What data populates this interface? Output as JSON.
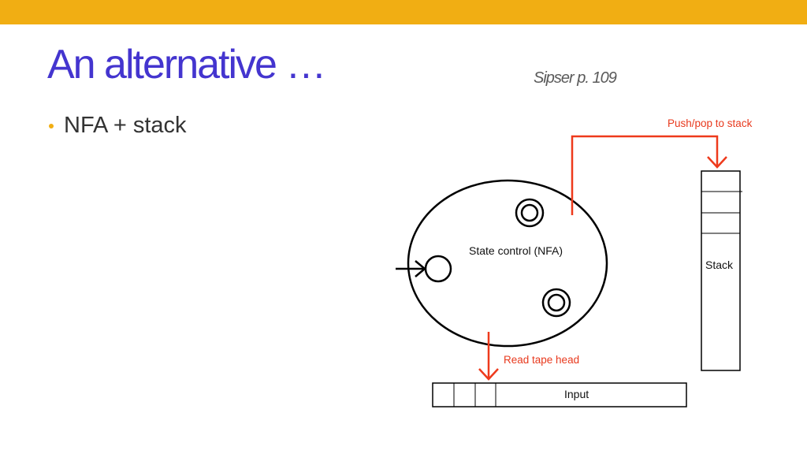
{
  "slide": {
    "title": "An alternative …",
    "citation": "Sipser p. 109",
    "bullets": [
      "NFA + stack"
    ]
  },
  "diagram": {
    "state_control_label": "State control (NFA)",
    "stack_label": "Stack",
    "input_label": "Input",
    "push_pop_label": "Push/pop to stack",
    "read_head_label": "Read tape head"
  },
  "colors": {
    "accent_bar": "#f1ae13",
    "title": "#4435cf",
    "arrow_red": "#ee3a1c",
    "label_red": "#e8391d"
  }
}
